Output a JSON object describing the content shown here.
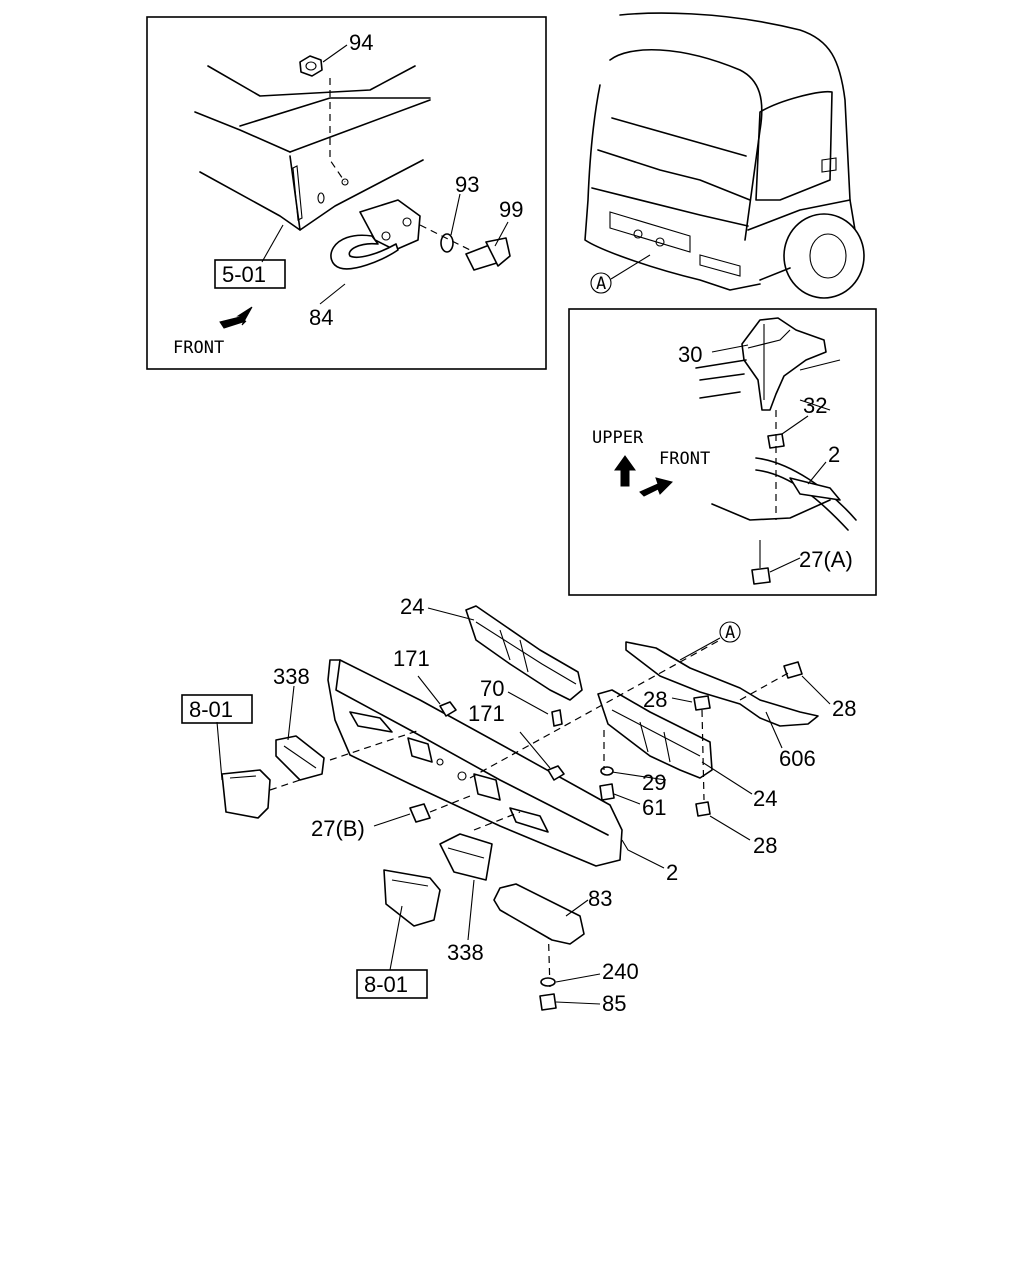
{
  "callouts": {
    "p94": "94",
    "p93": "93",
    "p99": "99",
    "p84": "84",
    "p30": "30",
    "p32": "32",
    "p2a": "2",
    "p27a": "27(A)",
    "p24a": "24",
    "p171a": "171",
    "p338a": "338",
    "p70": "70",
    "p171b": "171",
    "p28a": "28",
    "p28b": "28",
    "p606": "606",
    "p29": "29",
    "p61": "61",
    "p24b": "24",
    "p28c": "28",
    "p27b": "27(B)",
    "p2b": "2",
    "p83": "83",
    "p338b": "338",
    "p240": "240",
    "p85": "85"
  },
  "refs": {
    "r501": "5-01",
    "r801a": "8-01",
    "r801b": "8-01"
  },
  "views": {
    "a_marker_truck": "A",
    "a_marker_main": "A"
  },
  "directions": {
    "front_1": "FRONT",
    "upper": "UPPER",
    "front_2": "FRONT"
  }
}
